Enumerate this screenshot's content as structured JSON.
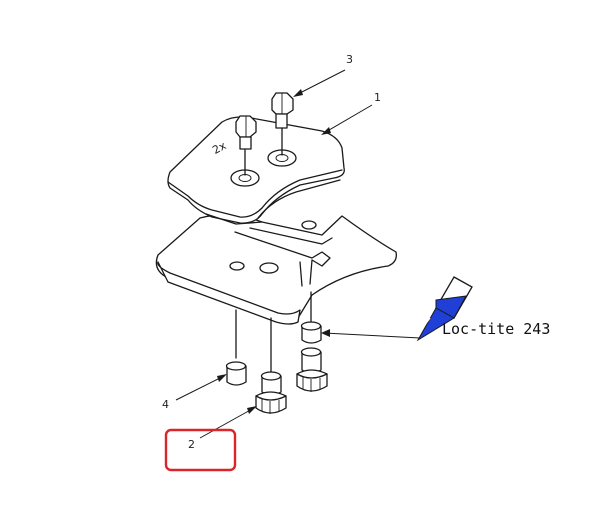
{
  "callouts": {
    "part_1": "1",
    "part_2": "2",
    "part_3": "3",
    "part_4": "4"
  },
  "top_plate_marking": "2x",
  "adhesive_label": "Loc-tite 243",
  "colors": {
    "ink": "#1a1a1a",
    "adhesive_blue": "#1f3fd6",
    "highlight_red": "#d9252b"
  }
}
